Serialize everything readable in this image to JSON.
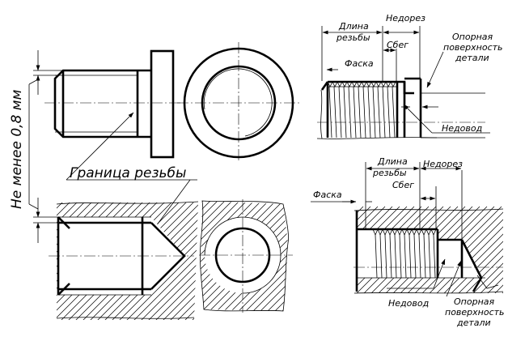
{
  "labels": {
    "min_thickness": "Не менее 0,8 мм",
    "thread_boundary": "Граница  резьбы",
    "thread_length": [
      "Длина",
      "резьбы"
    ],
    "undercut": "Недорез",
    "runout": "Сбег",
    "chamfer": "Фаска",
    "bearing_surface": [
      "Опорная",
      "поверхность",
      "детали"
    ],
    "incomplete_thread": "Недовод"
  },
  "colors": {
    "line": "#000000",
    "background": "#ffffff"
  }
}
